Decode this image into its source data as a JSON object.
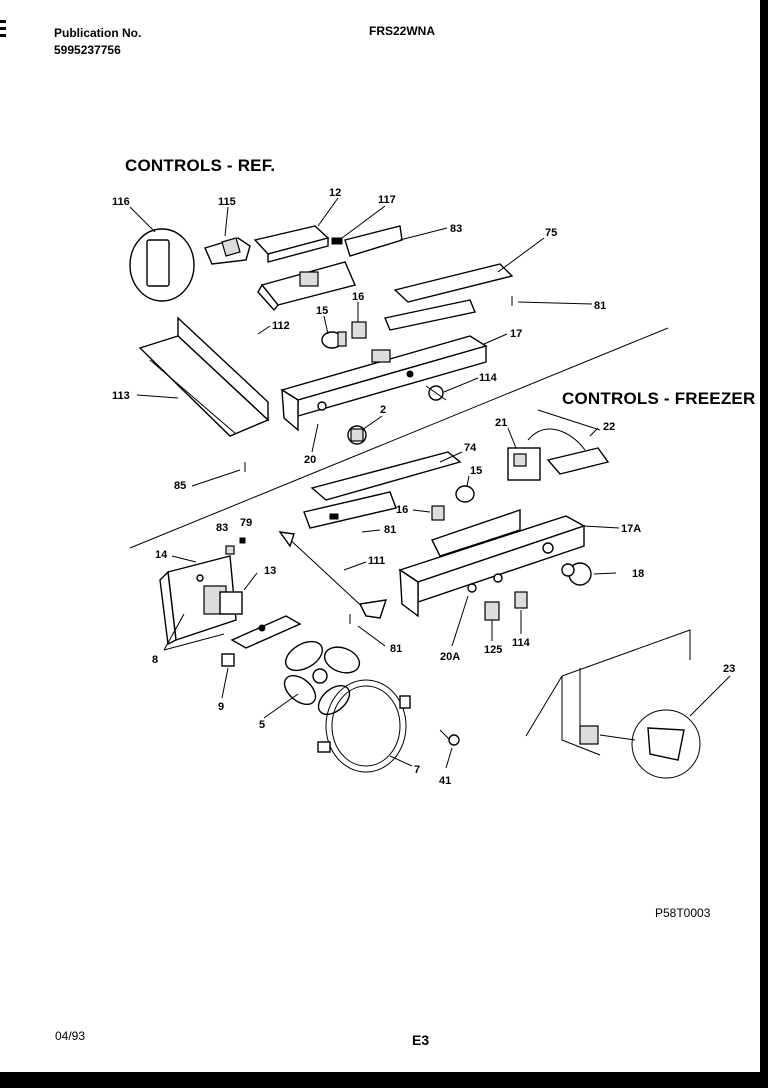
{
  "header": {
    "publication_label": "Publication No.",
    "publication_number": "5995237756",
    "model": "FRS22WNA"
  },
  "sections": {
    "refrigerator": "CONTROLS - REF.",
    "freezer": "CONTROLS - FREEZER"
  },
  "footer": {
    "date": "04/93",
    "page": "E3",
    "drawing_number": "P58T0003"
  },
  "callouts": [
    "116",
    "115",
    "12",
    "117",
    "83",
    "75",
    "81",
    "16",
    "15",
    "112",
    "17",
    "114",
    "113",
    "2",
    "20",
    "85",
    "21",
    "22",
    "74",
    "15",
    "16",
    "81",
    "17A",
    "83",
    "79",
    "14",
    "13",
    "111",
    "18",
    "8",
    "81",
    "20A",
    "125",
    "114",
    "9",
    "5",
    "41",
    "7",
    "23"
  ]
}
